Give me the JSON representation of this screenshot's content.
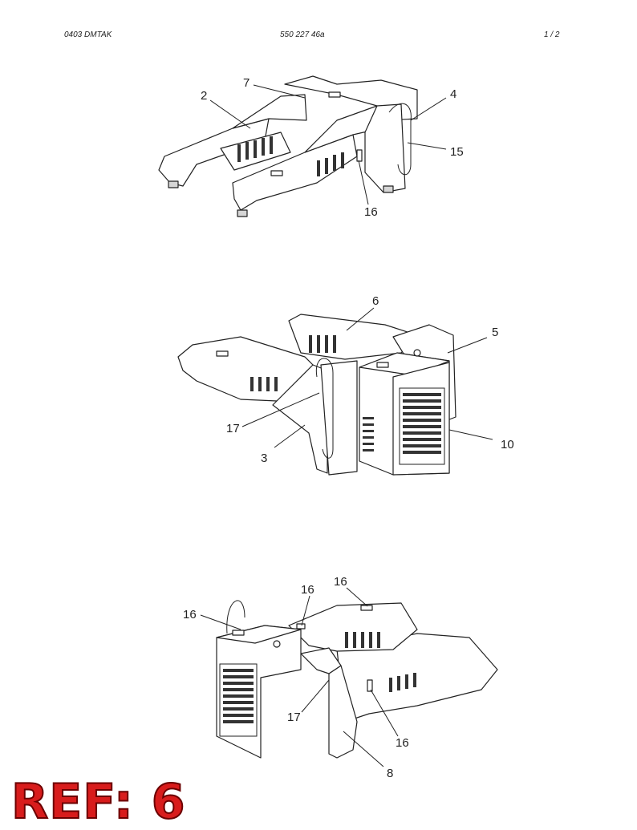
{
  "header": {
    "left": "0403 DMTAK",
    "center": "550 227 46a",
    "right": "1 /   2"
  },
  "callouts": {
    "view1": [
      "7",
      "2",
      "4",
      "15",
      "16"
    ],
    "view2": [
      "6",
      "5",
      "17",
      "3",
      "10"
    ],
    "view3": [
      "16",
      "16",
      "16",
      "17",
      "16",
      "8"
    ]
  },
  "reference": "REF: 6"
}
